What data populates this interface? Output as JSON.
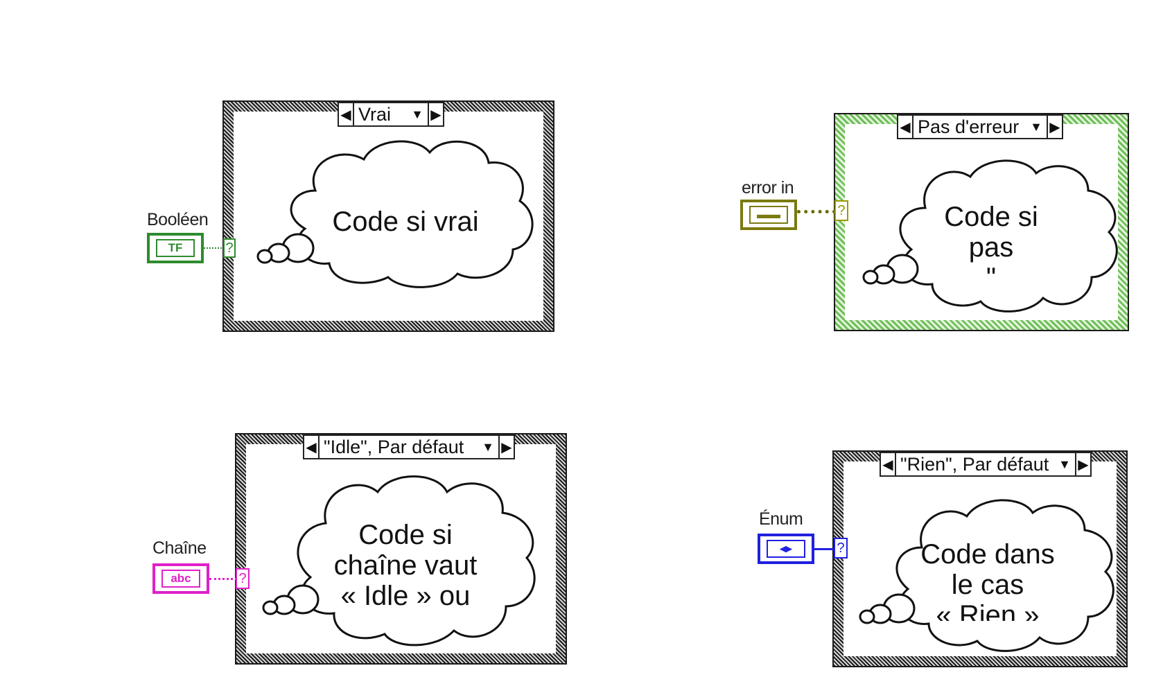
{
  "structures": [
    {
      "id": "boolean",
      "selector": "Vrai",
      "terminal_label": "Booléen",
      "terminal_text": "TF",
      "cloud_lines": [
        "Code si vrai"
      ],
      "frame_color": "#333333",
      "wire_color": "#2e8b2e"
    },
    {
      "id": "error",
      "selector": "Pas d'erreur",
      "terminal_label": "error in",
      "terminal_text": "▬▬",
      "cloud_lines": [
        "Code si",
        "pas",
        "\""
      ],
      "frame_color": "#6fbf5a",
      "wire_color": "#6b6b00"
    },
    {
      "id": "string",
      "selector": "\"Idle\", Par défaut",
      "terminal_label": "Chaîne",
      "terminal_text": "abc",
      "cloud_lines": [
        "Code si",
        "chaîne vaut",
        "« Idle » ou"
      ],
      "frame_color": "#333333",
      "wire_color": "#e020c8"
    },
    {
      "id": "enum",
      "selector": "\"Rien\", Par défaut",
      "terminal_label": "Énum",
      "terminal_text": "◂▸",
      "cloud_lines": [
        "Code dans",
        "le cas",
        "« Rien »"
      ],
      "frame_color": "#333333",
      "wire_color": "#2020e0"
    }
  ],
  "tunnel_symbol": "?",
  "icons": [
    "case-left-arrow-icon",
    "case-right-arrow-icon",
    "dropdown-icon",
    "thought-cloud-icon"
  ]
}
